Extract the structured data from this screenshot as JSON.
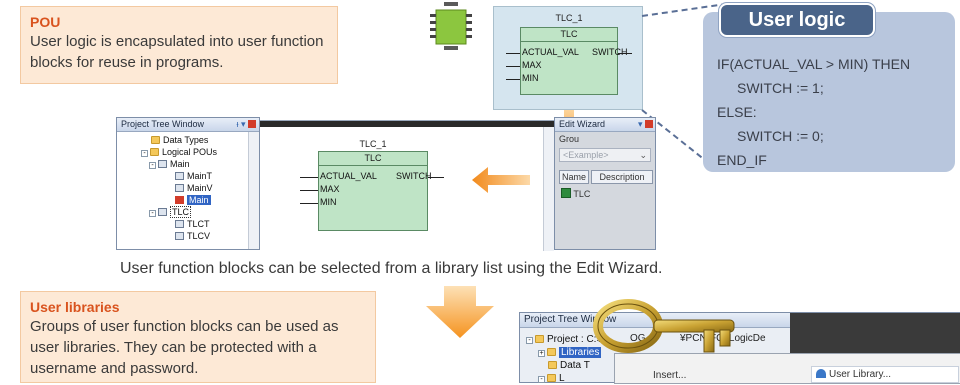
{
  "pou_box": {
    "heading": "POU",
    "body": "User logic is encapsulated into user function blocks for reuse in programs."
  },
  "block_top": {
    "instance": "TLC_1",
    "type": "TLC",
    "inputs": [
      "ACTUAL_VAL",
      "MAX",
      "MIN"
    ],
    "output": "SWITCH"
  },
  "user_logic": {
    "tab": "User logic",
    "lines": [
      "IF(ACTUAL_VAL > MIN) THEN",
      "SWITCH := 1;",
      "ELSE:",
      "SWITCH := 0;",
      "END_IF"
    ]
  },
  "project_tree": {
    "title": "Project Tree Window",
    "items": [
      "Data Types",
      "Logical POUs",
      "Main",
      "MainT",
      "MainV",
      "Main",
      "TLC",
      "TLCT",
      "TLCV"
    ]
  },
  "editor_block": {
    "instance": "TLC_1",
    "type": "TLC",
    "inputs": [
      "ACTUAL_VAL",
      "MAX",
      "MIN"
    ],
    "output": "SWITCH"
  },
  "edit_wizard": {
    "title": "Edit Wizard",
    "group_label": "Grou",
    "group_value": "<Example>",
    "col_name": "Name",
    "col_desc": "Description",
    "item": "TLC"
  },
  "caption": "User function blocks can be selected from a library list using the Edit Wizard.",
  "libs_box": {
    "heading": "User libraries",
    "body": "Groups of user function blocks can be used as user libraries. They can be protected with a username and password."
  },
  "project_tree2": {
    "title": "Project Tree Window",
    "project": "Project : C:¥",
    "path_frag": "OG",
    "path_frag2": "¥PCN-FC¥LogicDe",
    "libraries": "Libraries",
    "data": "Data T",
    "more": "L"
  },
  "context_menu": {
    "item_left": "Insert...",
    "item_right": "User Library..."
  },
  "colors": {
    "orange_heading": "#d9531e",
    "info_bg": "#fde9d6",
    "logic_bg": "#b8c6dd",
    "logic_tab": "#4a6489",
    "block_green": "#bfe4c6",
    "arrow_orange": "#f59a2c"
  },
  "icons": [
    "plc-chip-icon",
    "key-icon",
    "arrow-down-icon",
    "arrow-left-icon",
    "dashed-connector"
  ]
}
